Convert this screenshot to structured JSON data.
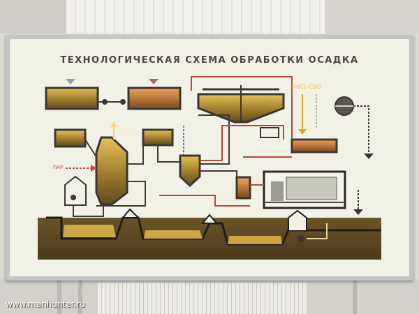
{
  "board": {
    "title": "ТЕХНОЛОГИЧЕСКАЯ СХЕМА ОБРАБОТКИ ОСАДКА",
    "labels": {
      "methane": "CH₄",
      "steam": "ПАР",
      "reagents": "FeCl₃ CaO"
    }
  },
  "watermark": "www.manhunter.ru",
  "colors": {
    "sludge": "#8a6a2a",
    "sludge_glow": "#e0b74a",
    "pipe_dark": "#3e3b38",
    "pipe_red": "#b44a3a",
    "frame": "#c4c6c5",
    "panel": "#f2f1e6"
  }
}
